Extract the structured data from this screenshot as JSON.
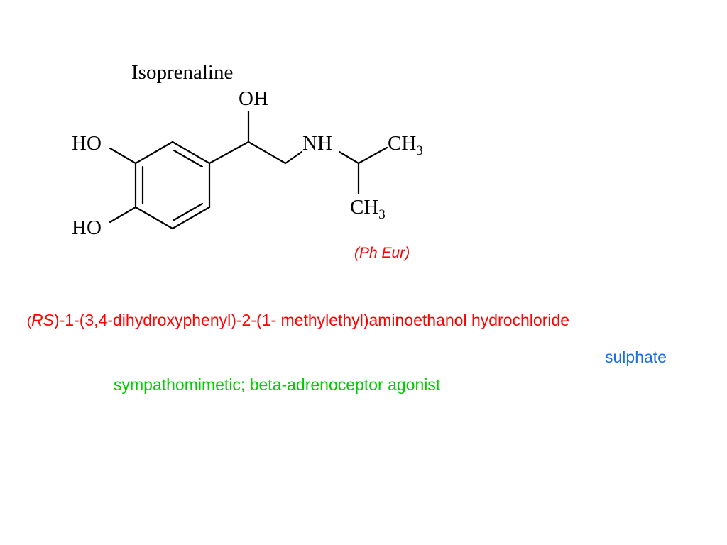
{
  "title": "Isoprenaline",
  "atoms": {
    "oh": "OH",
    "ho_upper": "HO",
    "ho_lower": "HO",
    "nh": "NH",
    "ch3_main": "CH",
    "ch3_sub": "3"
  },
  "pharmacopoeia": "(Ph Eur)",
  "iupac": {
    "open_paren": "(",
    "stereo": "RS",
    "rest": ")-1-(3,4-dihydroxyphenyl)-2-(1- methylethyl)aminoethanol hydrochloride"
  },
  "salt_form": "sulphate",
  "drug_class": "sympathomimetic; beta-adrenoceptor agonist",
  "colors": {
    "name_text": "#000000",
    "iupac_text": "#ff0000",
    "pharmacopoeia_text": "#ff0000",
    "salt_text": "#1a6ee6",
    "class_text": "#00cc00",
    "bond": "#000000"
  }
}
